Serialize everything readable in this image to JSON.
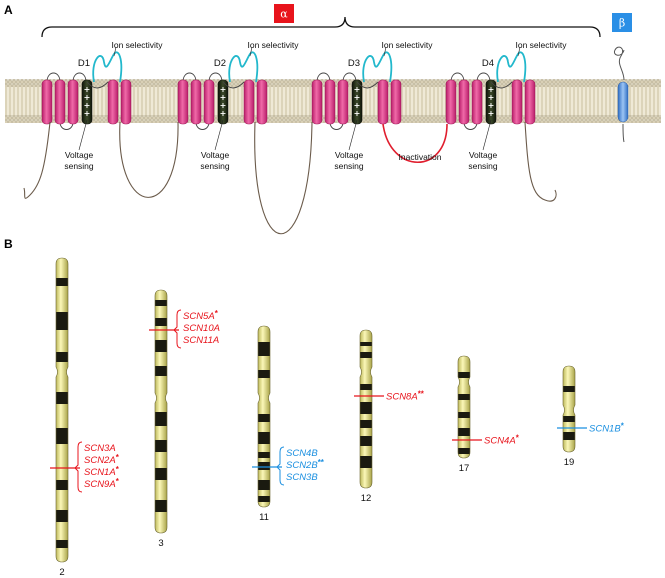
{
  "panels": {
    "a": "A",
    "b": "B"
  },
  "subunits": {
    "alpha": "α",
    "beta": "β"
  },
  "domains": [
    "D1",
    "D2",
    "D3",
    "D4"
  ],
  "labels": {
    "ion_selectivity": "Ion selectivity",
    "voltage": "Voltage",
    "sensing": "sensing",
    "inactivation": "Inactivation"
  },
  "chromosomes": [
    {
      "number": "2",
      "color": "#e8141c",
      "genes": [
        "SCN3A",
        "SCN2A",
        "SCN1A",
        "SCN9A"
      ],
      "marks": [
        "",
        "*",
        "*",
        "*"
      ]
    },
    {
      "number": "3",
      "color": "#e8141c",
      "genes": [
        "SCN5A",
        "SCN10A",
        "SCN11A"
      ],
      "marks": [
        "*",
        "",
        ""
      ]
    },
    {
      "number": "11",
      "color": "#1a8fe0",
      "genes": [
        "SCN4B",
        "SCN2B",
        "SCN3B"
      ],
      "marks": [
        "",
        "**",
        ""
      ]
    },
    {
      "number": "12",
      "color": "#e8141c",
      "genes": [
        "SCN8A"
      ],
      "marks": [
        "**"
      ]
    },
    {
      "number": "17",
      "color": "#e8141c",
      "genes": [
        "SCN4A"
      ],
      "marks": [
        "*"
      ]
    },
    {
      "number": "19",
      "color": "#1a8fe0",
      "genes": [
        "SCN1B"
      ],
      "marks": [
        "*"
      ]
    }
  ],
  "colors": {
    "alpha_box": "#e8141c",
    "beta_box": "#2a8fe6",
    "helix": "#e0358c",
    "s4": "#1f2a12",
    "pore_loop": "#22b8cc",
    "inactivation_loop": "#e01e2e",
    "beta_helix": "#5b9be6",
    "chromosome": "#f4efa0",
    "band": "#1a1a10"
  }
}
